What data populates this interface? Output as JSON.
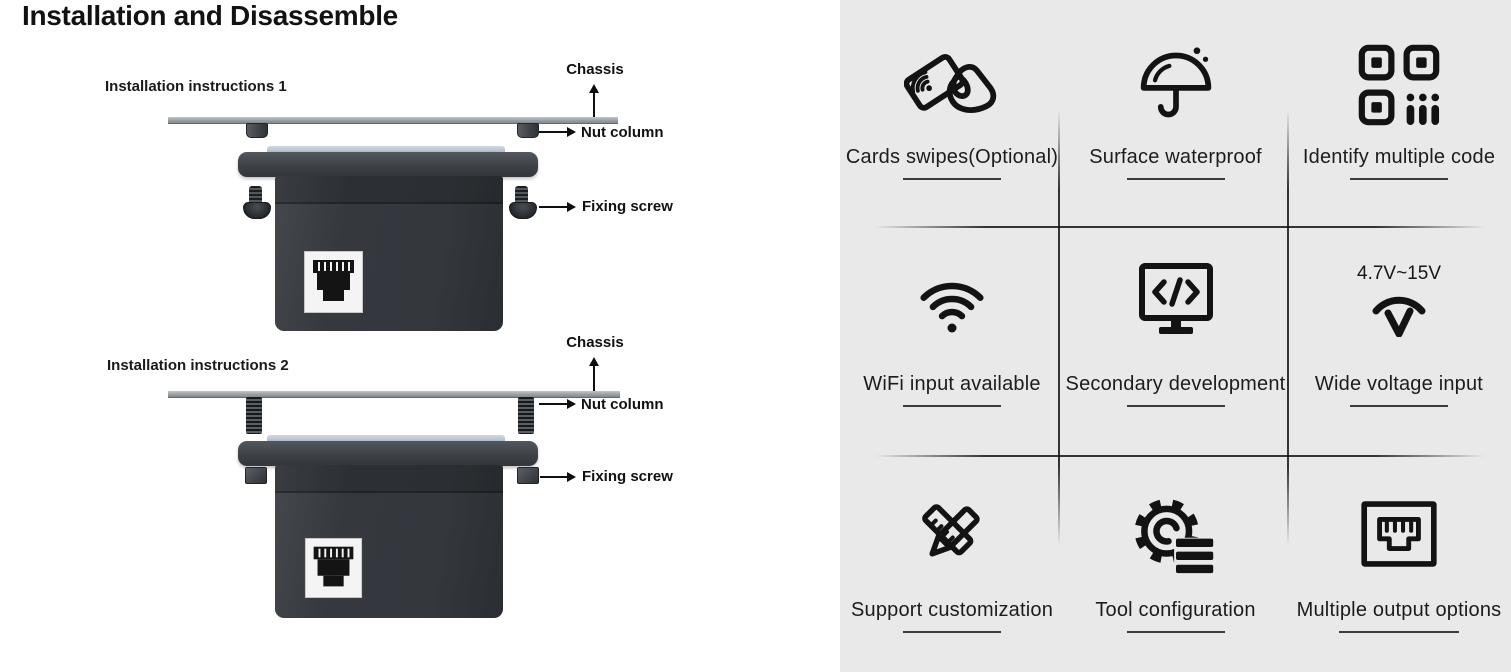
{
  "page": {
    "title": "Installation and Disassemble"
  },
  "diagrams": [
    {
      "name": "Installation instructions 1",
      "chassis": "Chassis",
      "nut_column": "Nut column",
      "fixing_screw": "Fixing screw"
    },
    {
      "name": "Installation instructions 2",
      "chassis": "Chassis",
      "nut_column": "Nut column",
      "fixing_screw": "Fixing screw"
    }
  ],
  "features": {
    "panel_bg": "#e9e9e9",
    "line_color": "#1a1a1a",
    "text_color": "#1c1c1c",
    "grid": [
      {
        "icon": "card-swipe-icon",
        "label": "Cards swipes(Optional)"
      },
      {
        "icon": "umbrella-waterproof-icon",
        "label": "Surface waterproof"
      },
      {
        "icon": "qr-code-icon",
        "label": "Identify multiple code"
      },
      {
        "icon": "wifi-icon",
        "label": "WiFi input available"
      },
      {
        "icon": "code-monitor-icon",
        "label": "Secondary development"
      },
      {
        "icon": "voltage-icon",
        "label": "Wide voltage input",
        "voltage_text": "4.7V~15V"
      },
      {
        "icon": "pencil-ruler-icon",
        "label": "Support customization"
      },
      {
        "icon": "gear-list-icon",
        "label": "Tool configuration"
      },
      {
        "icon": "rj45-port-icon",
        "label": "Multiple output options"
      }
    ]
  }
}
